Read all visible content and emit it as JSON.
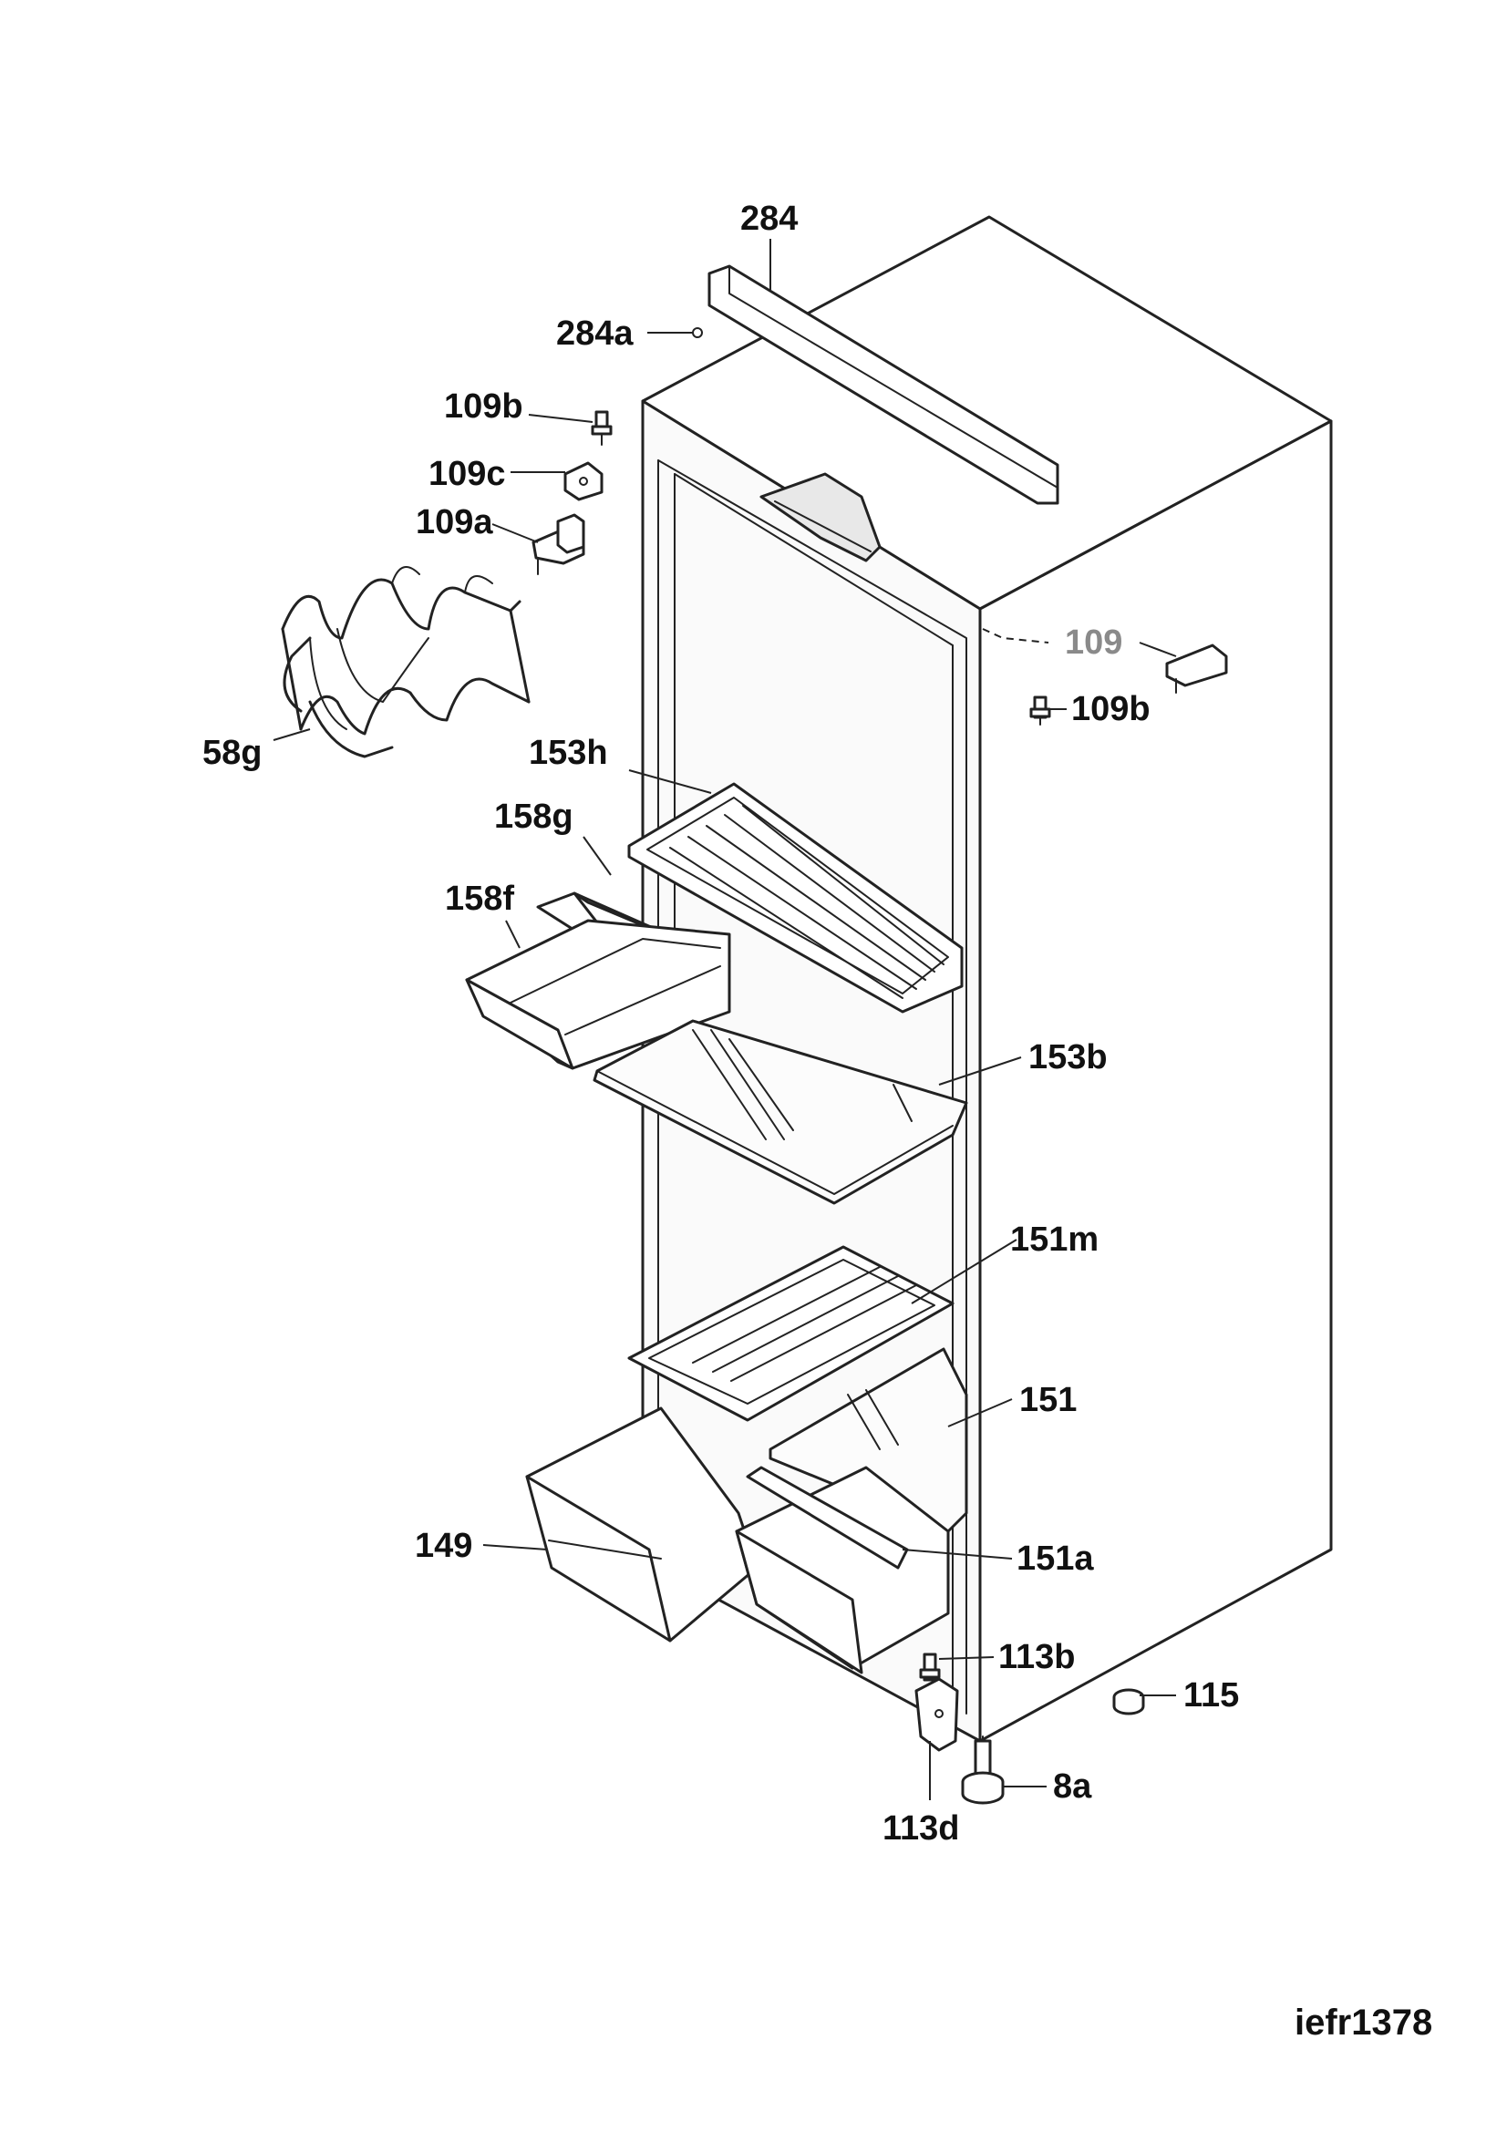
{
  "diagram": {
    "reference_code": "iefr1378",
    "labels": {
      "l284": "284",
      "l284a": "284a",
      "l109b_top": "109b",
      "l109c": "109c",
      "l109a": "109a",
      "l109": "109",
      "l109b_right": "109b",
      "l58g": "58g",
      "l153h": "153h",
      "l158g": "158g",
      "l158f": "158f",
      "l153b": "153b",
      "l151m": "151m",
      "l151": "151",
      "l149": "149",
      "l151a": "151a",
      "l113b": "113b",
      "l115": "115",
      "l8a": "8a",
      "l113d": "113d"
    }
  }
}
